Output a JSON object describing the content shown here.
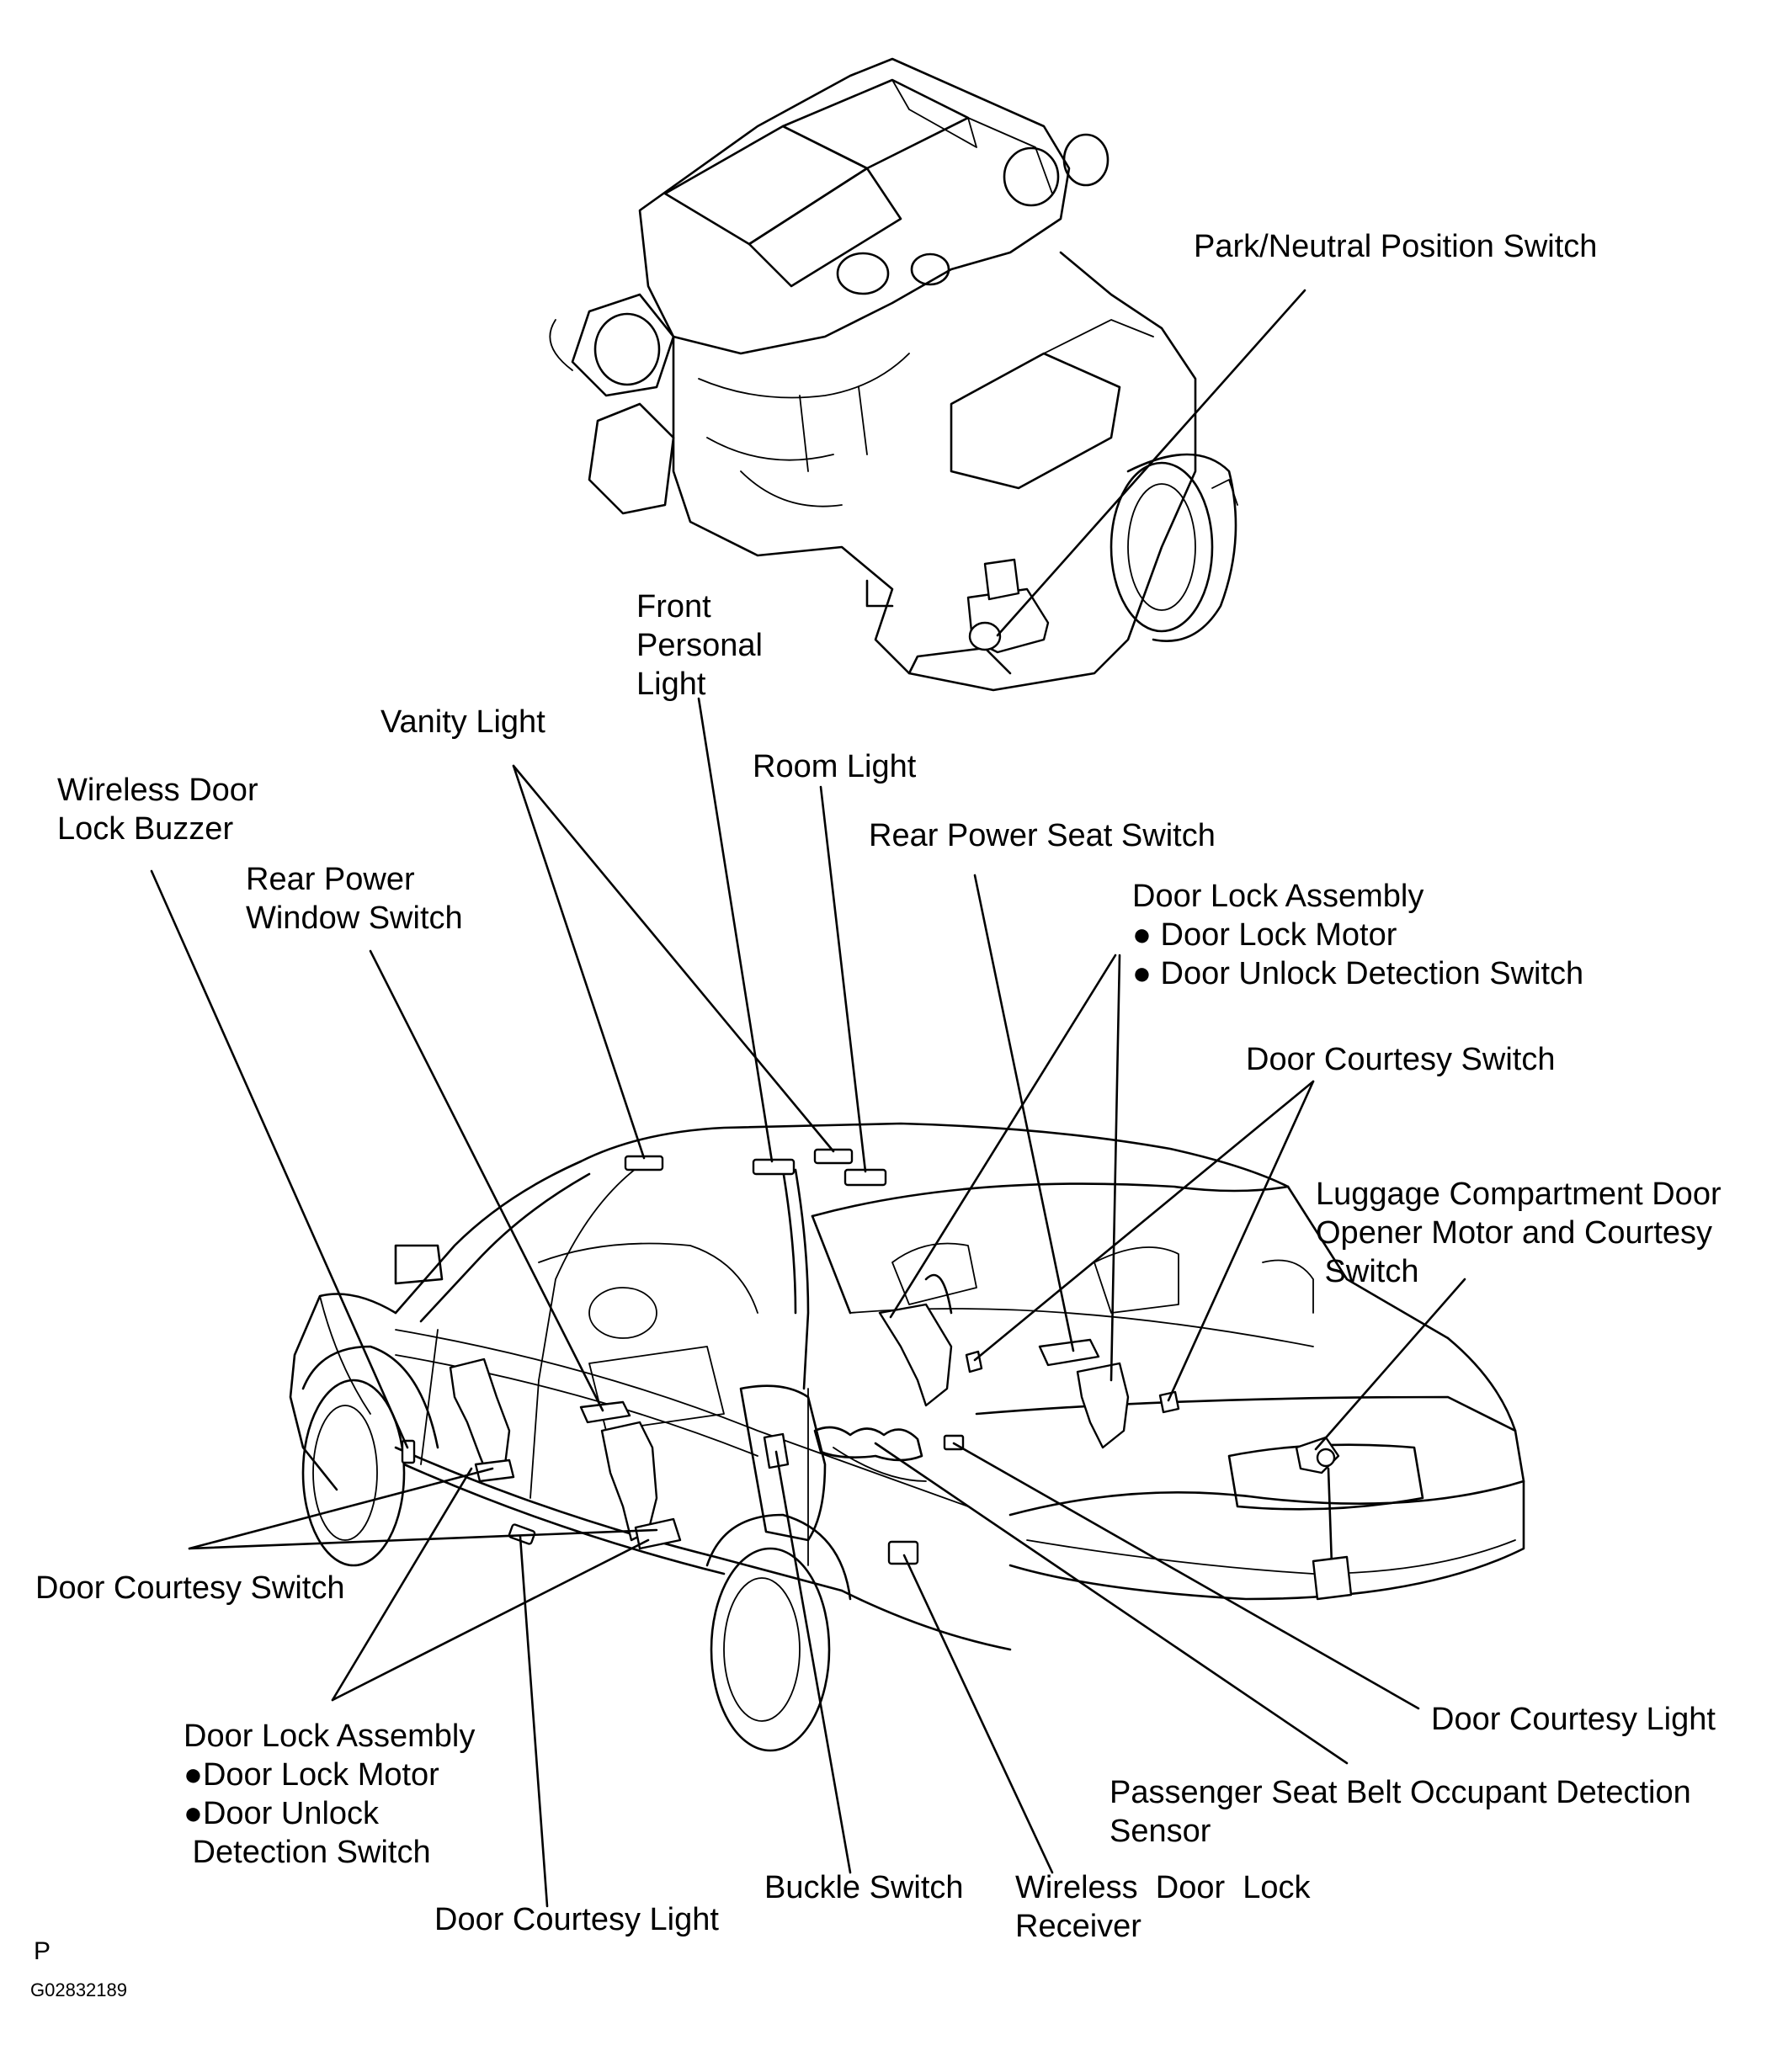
{
  "labels": {
    "park_neutral": "Park/Neutral Position Switch",
    "front_personal": [
      "Front",
      "Personal",
      "Light"
    ],
    "vanity": "Vanity Light",
    "room": "Room Light",
    "wireless_buzzer": [
      "Wireless Door",
      "Lock Buzzer"
    ],
    "rear_seat_switch": "Rear Power Seat Switch",
    "rear_window_switch": [
      "Rear Power",
      "Window Switch"
    ],
    "door_lock_assembly_right": [
      "Door Lock Assembly",
      "● Door Lock Motor",
      "● Door Unlock Detection Switch"
    ],
    "door_courtesy_switch_right": "Door Courtesy Switch",
    "luggage": [
      "Luggage Compartment Door",
      "Opener Motor and Courtesy",
      " Switch"
    ],
    "door_courtesy_switch_left": "Door Courtesy Switch",
    "door_lock_assembly_left": [
      "Door Lock Assembly",
      "●Door Lock Motor",
      "●Door Unlock",
      " Detection Switch"
    ],
    "door_courtesy_light_right": "Door Courtesy Light",
    "passenger_seat_belt": [
      "Passenger Seat Belt Occupant Detection",
      "Sensor"
    ],
    "buckle_switch": "Buckle Switch",
    "wireless_receiver": [
      "Wireless  Door  Lock",
      "Receiver"
    ],
    "door_courtesy_light_left": "Door Courtesy Light"
  },
  "footer": {
    "marker": "P",
    "figure_code": "G02832189"
  }
}
